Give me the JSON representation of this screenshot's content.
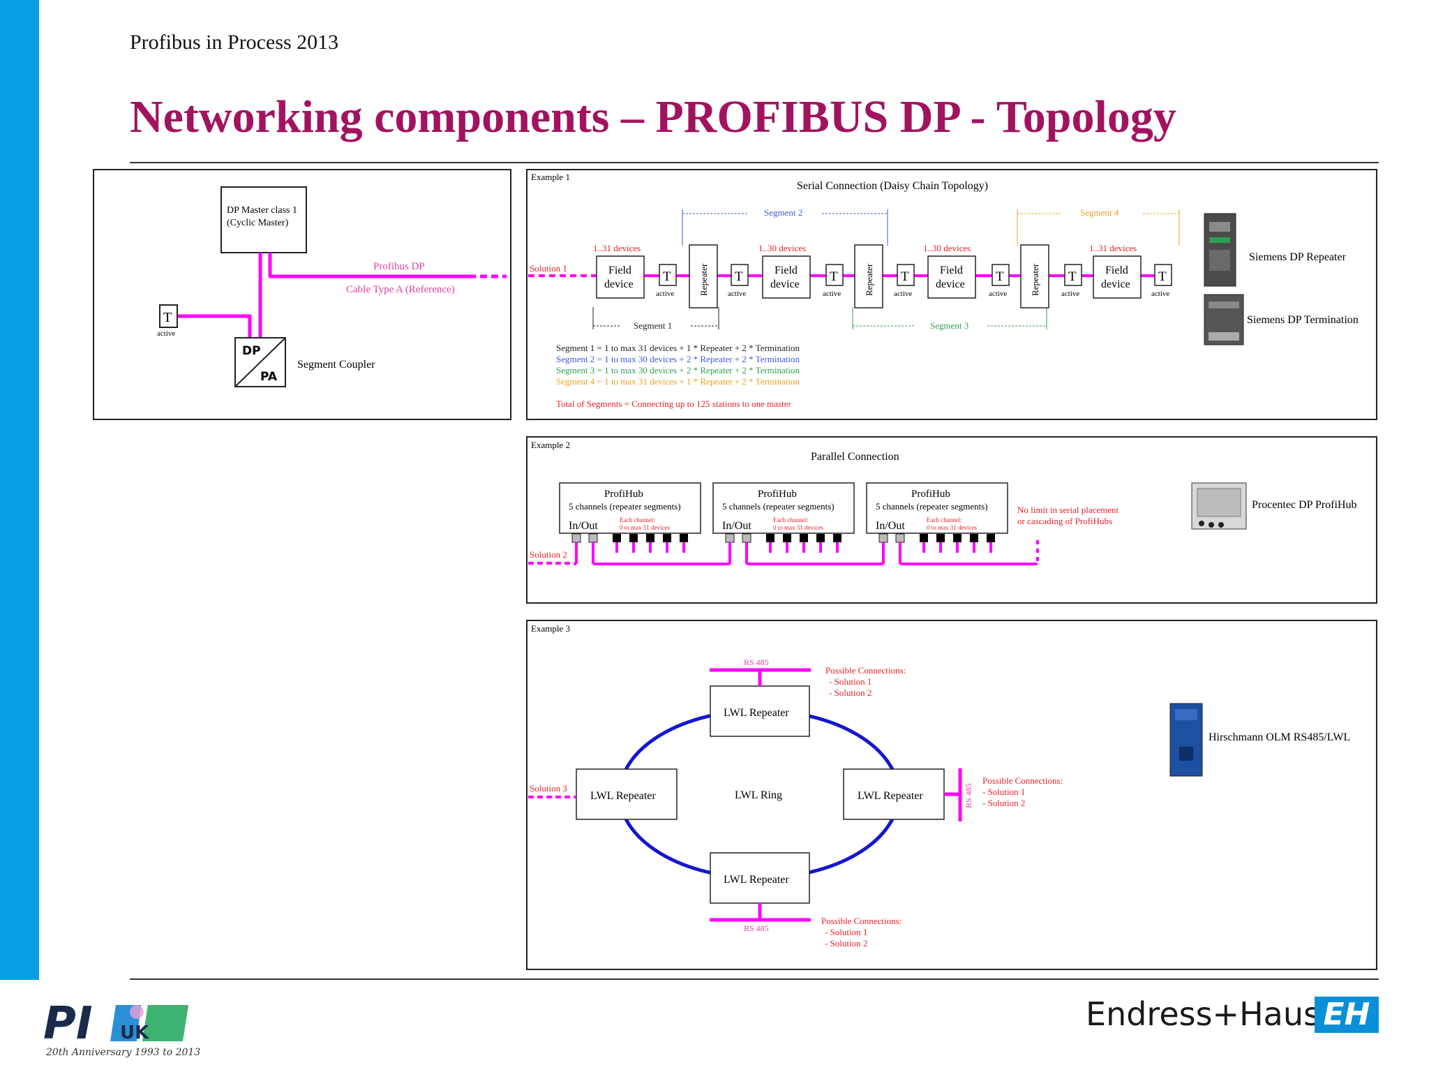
{
  "header": {
    "text": "Profibus in Process 2013"
  },
  "title": "Networking components – PROFIBUS DP - Topology",
  "left_panel": {
    "master_line1": "DP Master class 1",
    "master_line2": "(Cyclic Master)",
    "profibus_dp": "Profibus DP",
    "cable_type": "Cable Type A (Reference)",
    "t": "T",
    "active": "active",
    "dp": "DP",
    "pa": "PA",
    "segment_coupler": "Segment Coupler"
  },
  "example1": {
    "label": "Example 1",
    "title": "Serial Connection (Daisy Chain Topology)",
    "solution": "Solution 1",
    "segments": [
      "Segment 1",
      "Segment 2",
      "Segment 3",
      "Segment 4"
    ],
    "device_counts": [
      "1..31 devices",
      "1..30 devices",
      "1..30 devices",
      "1..31 devices"
    ],
    "field_line1": "Field",
    "field_line2": "device",
    "repeater": "Repeater",
    "t": "T",
    "active": "active",
    "legend": [
      "Segment 1 = 1 to max 31 devices + 1 * Repeater + 2 * Termination",
      "Segment 2 = 1 to max 30 devices + 2 * Repeater + 2 * Termination",
      "Segment 3 = 1 to max 30 devices + 2 * Repeater + 2 * Termination",
      "Segment 4 = 1 to max 31 devices + 1 * Repeater + 2 * Termination"
    ],
    "total": "Total of Segments = Connecting up to 125 stations to one master",
    "product1": "Siemens DP Repeater",
    "product2": "Siemens DP Termination"
  },
  "example2": {
    "label": "Example 2",
    "title": "Parallel Connection",
    "solution": "Solution 2",
    "hub_title": "ProfiHub",
    "hub_sub": "5 channels (repeater segments)",
    "in_out": "In/Out",
    "each_channel": "Each channel:",
    "channel_max": "0 to max 31 devices",
    "note_line1": "No limit in serial placement",
    "note_line2": "or cascading of ProfiHubs",
    "product": "Procentec DP ProfiHub"
  },
  "example3": {
    "label": "Example 3",
    "solution": "Solution 3",
    "repeater": "LWL Repeater",
    "ring": "LWL Ring",
    "rs485": "RS 485",
    "possible": "Possible Connections:",
    "sol1": "- Solution 1",
    "sol2": "- Solution 2",
    "product": "Hirschmann OLM RS485/LWL"
  },
  "footer": {
    "pi": "PI",
    "uk": "UK",
    "anniversary": "20th Anniversary 1993 to 2013",
    "eh_name": "Endress+Hauser",
    "eh_mark": "EH"
  },
  "colors": {
    "magenta": "#ff00ff",
    "title": "#a2135f",
    "red": "#e8202a",
    "blue_seg": "#3b5bdb",
    "green_seg": "#2e9e4f",
    "orange_seg": "#f0a020",
    "ring": "#1515d0",
    "sidebar": "#0a9ee6"
  }
}
